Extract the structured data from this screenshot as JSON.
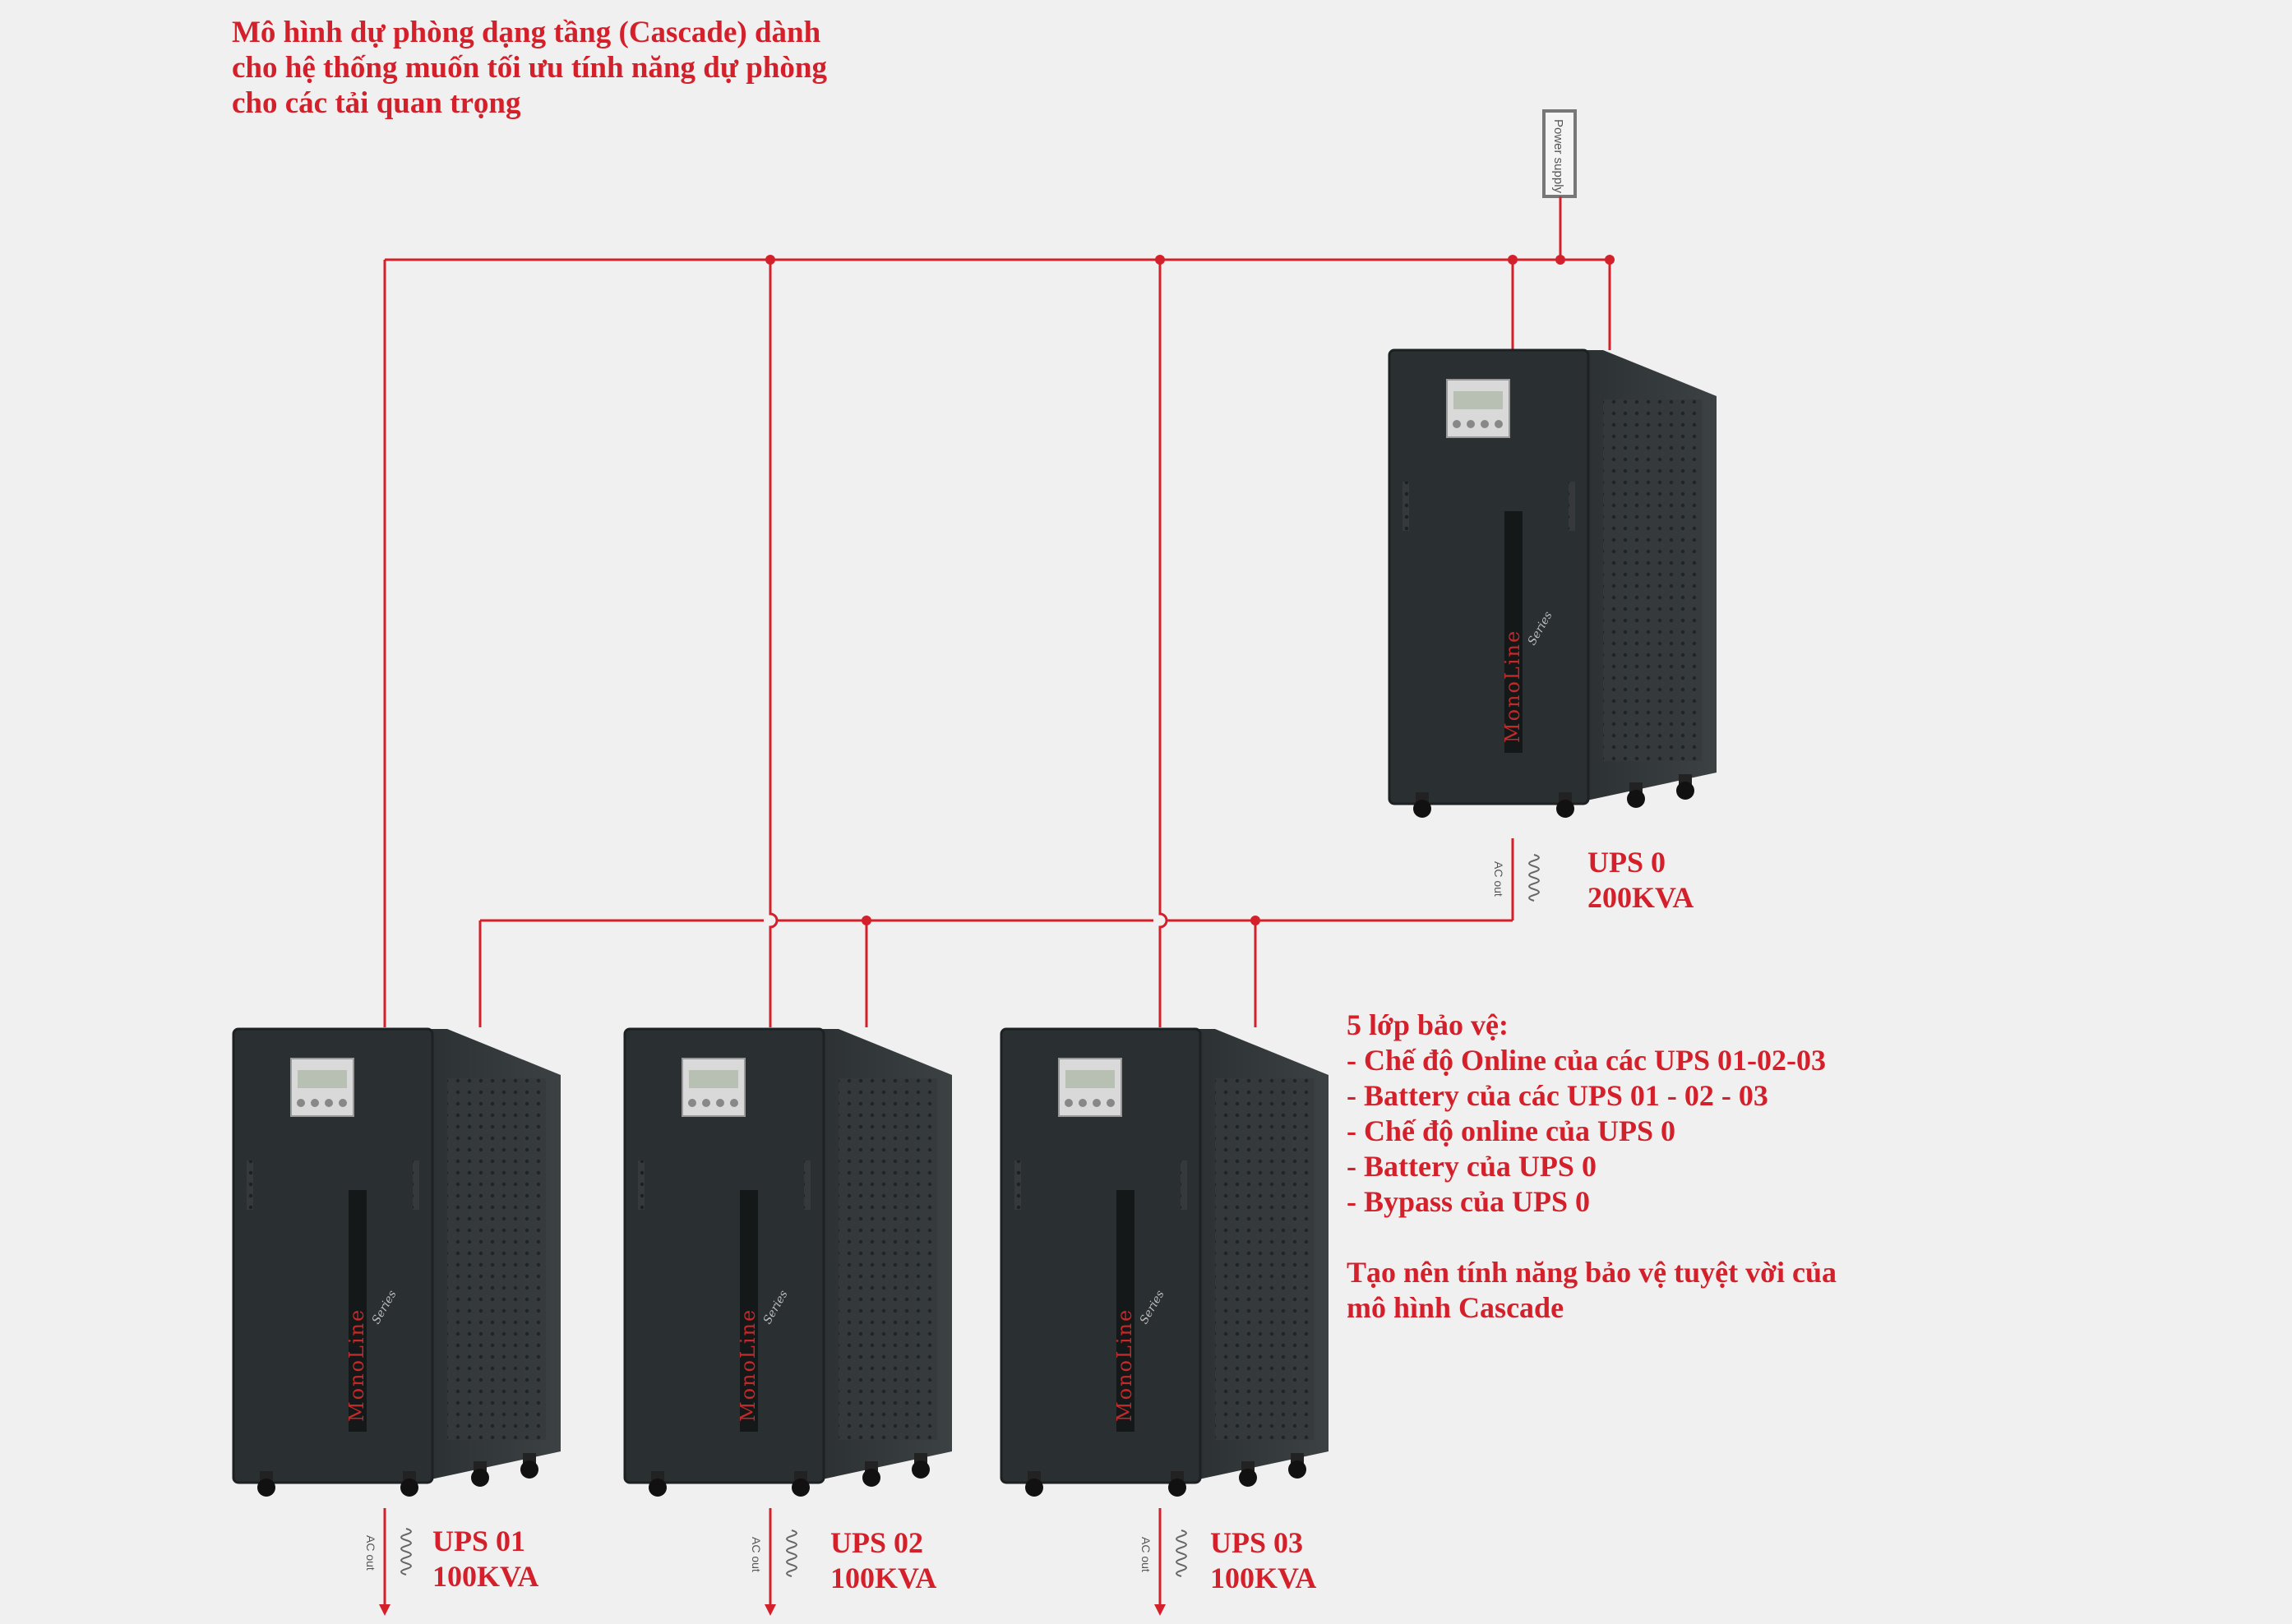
{
  "title_lines": [
    "Mô hình dự phòng dạng tầng (Cascade) dành",
    "cho hệ thống muốn tối ưu tính năng dự phòng",
    "cho các tải quan trọng"
  ],
  "power_supply_label": "Power supply",
  "ac_out_label": "AC out",
  "ups_units": [
    {
      "name": "UPS 0",
      "capacity": "200KVA",
      "brand": "MonoLine",
      "series": "Series"
    },
    {
      "name": "UPS 01",
      "capacity": "100KVA",
      "brand": "MonoLine",
      "series": "Series"
    },
    {
      "name": "UPS 02",
      "capacity": "100KVA",
      "brand": "MonoLine",
      "series": "Series"
    },
    {
      "name": "UPS 03",
      "capacity": "100KVA",
      "brand": "MonoLine",
      "series": "Series"
    }
  ],
  "notes": {
    "heading": "5 lớp bảo vệ:",
    "items": [
      "- Chế độ Online của các UPS 01-02-03",
      "- Battery của các UPS 01 - 02 - 03",
      "- Chế độ online của UPS 0",
      "- Battery của UPS 0",
      "- Bypass của UPS 0"
    ],
    "conclusion_lines": [
      "Tạo nên tính năng bảo vệ tuyệt vời của",
      "mô hình Cascade"
    ]
  },
  "colors": {
    "wire": "#d4202a",
    "cabinet_front": "#2a2f31",
    "cabinet_side": "#35393b",
    "background": "#f0f0f0"
  }
}
